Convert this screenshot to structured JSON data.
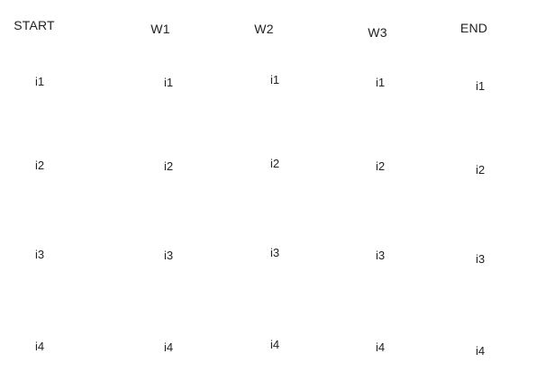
{
  "headers": [
    "START",
    "W1",
    "W2",
    "W3",
    "END"
  ],
  "columns": [
    {
      "items": [
        "i1",
        "i2",
        "i3",
        "i4"
      ]
    },
    {
      "items": [
        "i1",
        "i2",
        "i3",
        "i4"
      ]
    },
    {
      "items": [
        "i1",
        "i2",
        "i3",
        "i4"
      ]
    },
    {
      "items": [
        "i1",
        "i2",
        "i3",
        "i4"
      ]
    },
    {
      "items": [
        "i1",
        "i2",
        "i3",
        "i4"
      ]
    }
  ]
}
